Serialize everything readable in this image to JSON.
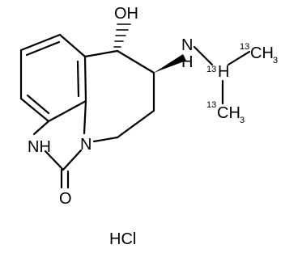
{
  "molecule": {
    "hydroxyl_label": "OH",
    "amine_label": "N",
    "amine_h_label": "H",
    "ring_nh_label": "NH",
    "ring_n_label": "N",
    "carbonyl_o_label": "O",
    "methine_isotope": "13",
    "methine_h_label": "H",
    "methyl_top_isotope": "13",
    "methyl_top_label": "CH",
    "methyl_top_subscript": "3",
    "methyl_bottom_isotope": "13",
    "methyl_bottom_label": "CH",
    "methyl_bottom_subscript": "3",
    "salt_label": "HCl"
  }
}
